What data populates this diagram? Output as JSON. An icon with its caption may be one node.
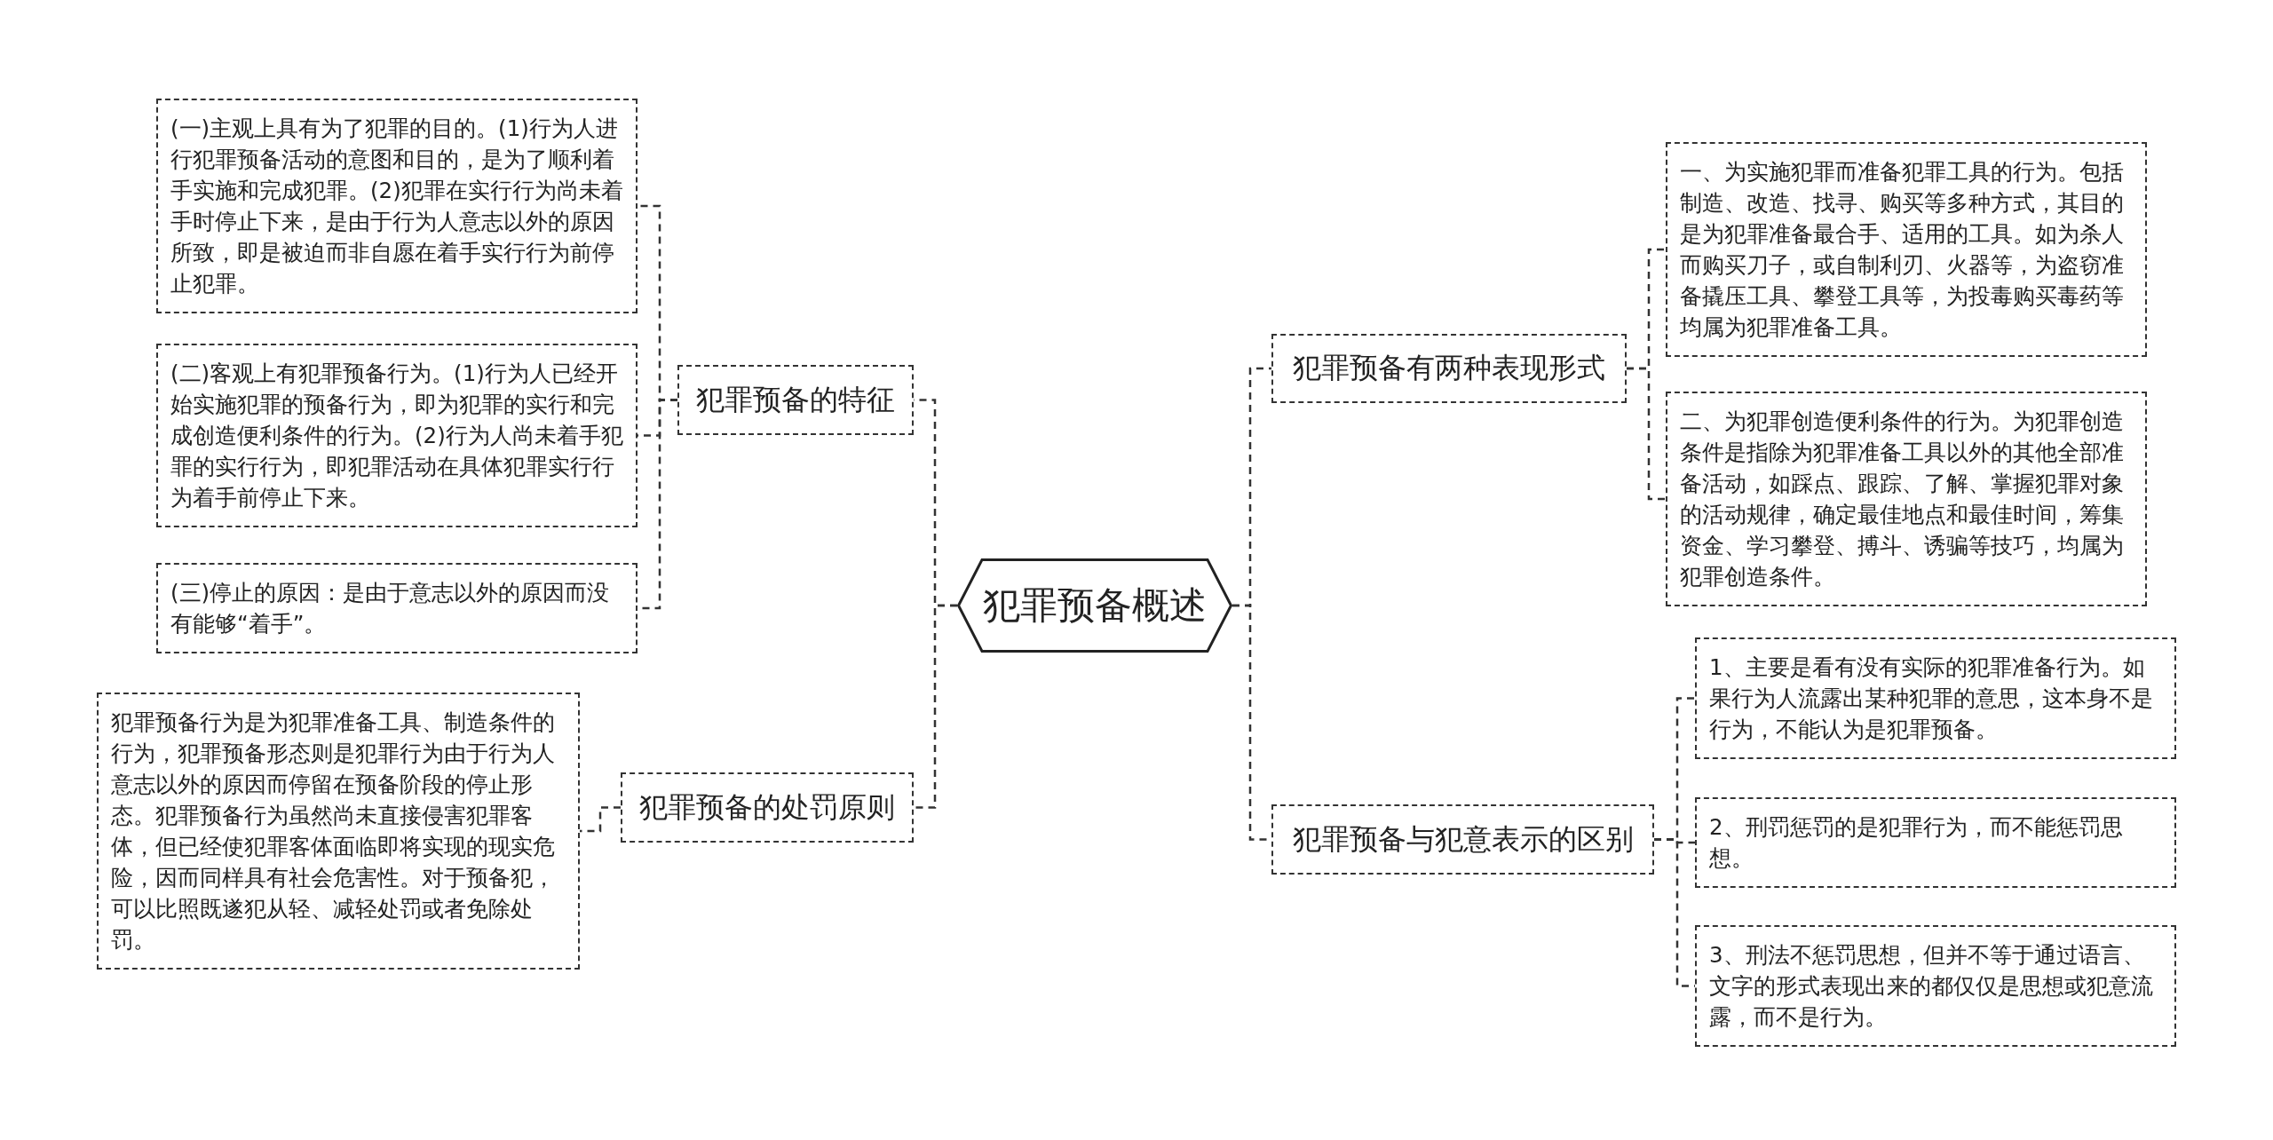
{
  "diagram": {
    "nodes": [
      {
        "text": [
          "犯罪预备概述"
        ]
      },
      {
        "text": [
          "犯罪预备的特征"
        ]
      },
      {
        "text": [
          "(一)主观上具有为了犯罪的目的。(1)行为人进行犯罪预备活动的意图和目的，是为了顺利着手实施和完成犯罪。(2)犯罪在实行行为尚未着手时停止下来，是由于行为人意志以外的原因所致，即是被迫而非自愿在着手实行行为前停止犯罪。"
        ]
      },
      {
        "text": [
          "(二)客观上有犯罪预备行为。(1)行为人已经开始实施犯罪的预备行为，即为犯罪的实行和完成创造便利条件的行为。(2)行为人尚未着手犯罪的实行行为，即犯罪活动在具体犯罪实行行为着手前停止下来。"
        ]
      },
      {
        "text": [
          "(三)停止的原因：是由于意志以外的原因而没有能够“着手”。"
        ]
      },
      {
        "text": [
          "犯罪预备的处罚原则"
        ]
      },
      {
        "text": [
          "犯罪预备行为是为犯罪准备工具、制造条件的行为，犯罪预备形态则是犯罪行为由于行为人意志以外的原因而停留在预备阶段的停止形态。犯罪预备行为虽然尚未直接侵害犯罪客体，但已经使犯罪客体面临即将实现的现实危险，因而同样具有社会危害性。对于预备犯，可以比照既遂犯从轻、减轻处罚或者免除处罚。"
        ]
      },
      {
        "text": [
          "犯罪预备有两种表现形式"
        ]
      },
      {
        "text": [
          "一、为实施犯罪而准备犯罪工具的行为。包括制造、改造、找寻、购买等多种方式，其目的是为犯罪准备最合手、适用的工具。如为杀人而购买刀子，或自制利刃、火器等，为盗窃准备撬压工具、攀登工具等，为投毒购买毒药等均属为犯罪准备工具。"
        ]
      },
      {
        "text": [
          "二、为犯罪创造便利条件的行为。为犯罪创造条件是指除为犯罪准备工具以外的其他全部准备活动，如踩点、跟踪、了解、掌握犯罪对象的活动规律，确定最佳地点和最佳时间，筹集资金、学习攀登、搏斗、诱骗等技巧，均属为犯罪创造条件。"
        ]
      },
      {
        "text": [
          "犯罪预备与犯意表示的区别"
        ]
      },
      {
        "text": [
          "1、主要是看有没有实际的犯罪准备行为。如果行为人流露出某种犯罪的意思，这本身不是行为，不能认为是犯罪预备。"
        ]
      },
      {
        "text": [
          "2、刑罚惩罚的是犯罪行为，而不能惩罚思想。"
        ]
      },
      {
        "text": [
          "3、刑法不惩罚思想，但并不等于通过语言、文字的形式表现出来的都仅仅是思想或犯意流露，而不是行为。"
        ]
      }
    ],
    "edges": [
      {
        "from": 0,
        "to": 1,
        "arrow": "none"
      },
      {
        "from": 1,
        "to": 2,
        "arrow": "none"
      },
      {
        "from": 1,
        "to": 3,
        "arrow": "none"
      },
      {
        "from": 1,
        "to": 4,
        "arrow": "none"
      },
      {
        "from": 0,
        "to": 5,
        "arrow": "none"
      },
      {
        "from": 5,
        "to": 6,
        "arrow": "none"
      },
      {
        "from": 0,
        "to": 7,
        "arrow": "none"
      },
      {
        "from": 7,
        "to": 8,
        "arrow": "none"
      },
      {
        "from": 7,
        "to": 9,
        "arrow": "none"
      },
      {
        "from": 0,
        "to": 10,
        "arrow": "none"
      },
      {
        "from": 10,
        "to": 11,
        "arrow": "none"
      },
      {
        "from": 10,
        "to": 12,
        "arrow": "none"
      },
      {
        "from": 10,
        "to": 13,
        "arrow": "none"
      }
    ]
  }
}
